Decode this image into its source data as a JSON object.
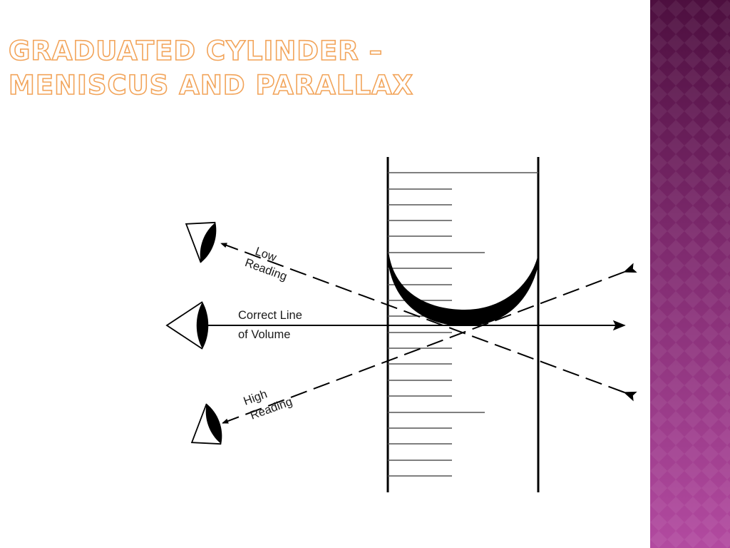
{
  "slide": {
    "title_line1": "Graduated Cylinder –",
    "title_line2": "Meniscus and Parallax",
    "title_color": "#f2a45a",
    "band_color_top": "#4d0f3f",
    "band_color_bottom": "#b24aa0"
  },
  "diagram": {
    "low_reading_label": [
      "Low",
      "Reading"
    ],
    "correct_line_label": [
      "Correct Line",
      "of Volume"
    ],
    "high_reading_label": [
      "High",
      "Reading"
    ],
    "ink_color": "#000000"
  }
}
